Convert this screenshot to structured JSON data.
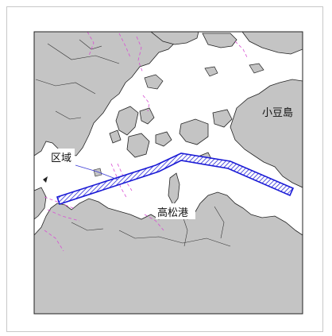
{
  "labels": {
    "area": "区域",
    "island": "小豆島",
    "port": "高松港"
  },
  "colors": {
    "sea": "#ffffff",
    "land": "#c4c4c4",
    "coastline": "#222222",
    "channel_fill": "#4a56d8",
    "channel_outline": "#1a1ad6",
    "boundary_dashed": "#d94fd4",
    "leader_line": "#3b3bd6"
  }
}
